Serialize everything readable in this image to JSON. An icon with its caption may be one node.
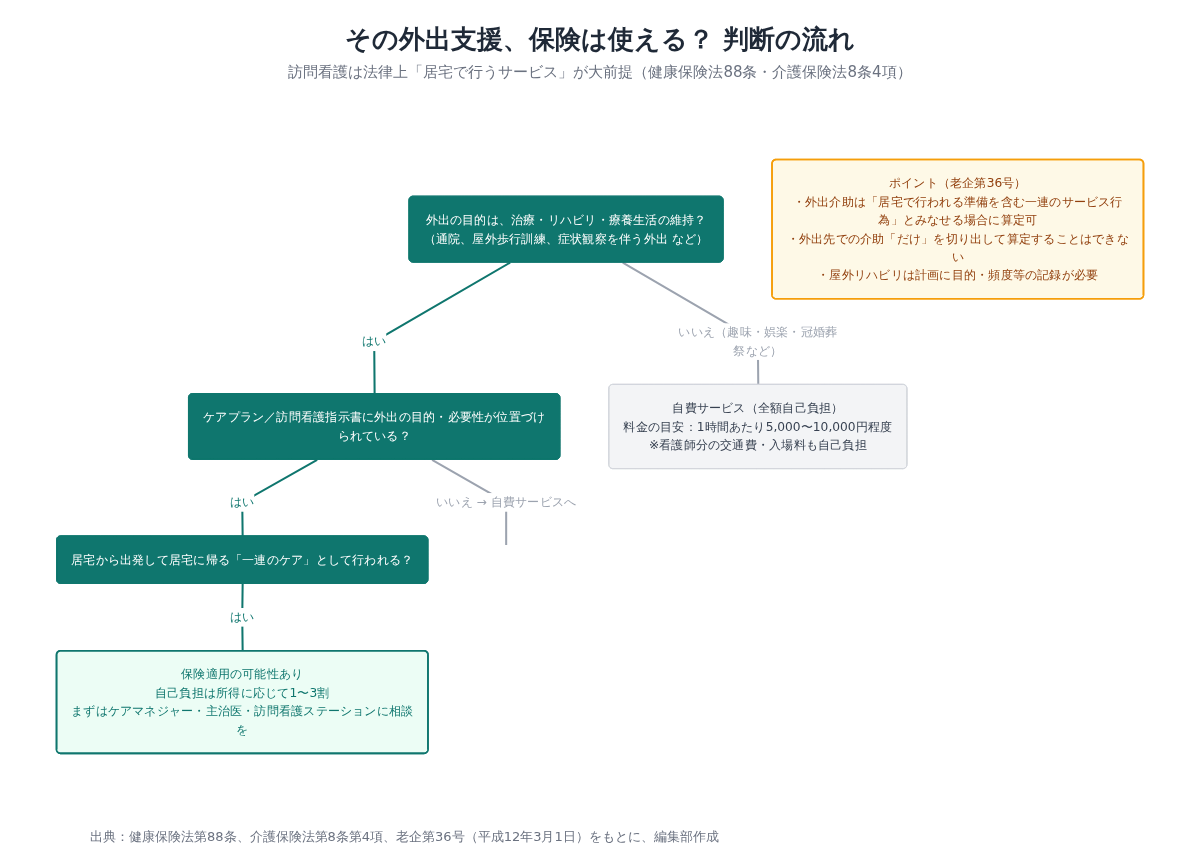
{
  "diagram": {
    "title": "その外出支援、保険は使える？ 判断の流れ",
    "caption": "出典：健康保険法第88条、介護保険法第8条第4項、老企第36号（平成12年3月1日）をもとに、編集部作成",
    "nodes": [
      {
        "text": [
          "外出の目的は、治療・リハビリ・療養生活の維持？",
          "（通院、屋外歩行訓練、症状観察を伴う外出 など）"
        ]
      },
      {
        "text": [
          "ケアプラン／訪問看護指示書に外出の目的・必要性が位置づけられている？"
        ]
      },
      {
        "text": [
          "自費サービス（全額自己負担）",
          "料金の目安：1時間あたり5,000〜10,000円程度",
          "※看護師分の交通費・入場料も自己負担"
        ]
      },
      {
        "text": [
          "居宅から出発して居宅に帰る「一連のケア」として行われる？"
        ]
      },
      {
        "text": [
          "ポイント（老企第36号）",
          "・外出介助は「居宅で行われる準備を含む一連のサービス行為」とみなせる場合に算定可",
          "・外出先での介助「だけ」を切り出して算定することはできない",
          "・屋外リハビリは計画に目的・頻度等の記録が必要"
        ]
      },
      {
        "text": [
          "保険適用の可能性あり",
          "自己負担は所得に応じて1〜3割",
          "まずはケアマネジャー・主治医・訪問看護ステーションに相談を"
        ]
      }
    ],
    "edges": [
      {
        "from": 0,
        "to": 1,
        "arrow": "none",
        "label": "はい"
      },
      {
        "from": 0,
        "to": 2,
        "arrow": "none",
        "label": "いいえ（趣味・娯楽・冠婚葬祭など）",
        "color": "#9ca3af"
      },
      {
        "from": 1,
        "to": null,
        "arrow": "none",
        "label": "いいえ → 自費サービスへ",
        "color": "#9ca3af"
      },
      {
        "from": 1,
        "to": 3,
        "arrow": "none",
        "label": "はい"
      },
      {
        "from": 3,
        "to": 5,
        "arrow": "none",
        "label": "はい"
      }
    ],
    "labels": [
      "訪問看護は法律上「居宅で行うサービス」が大前提（健康保険法88条・介護保険法8条4項）"
    ]
  }
}
